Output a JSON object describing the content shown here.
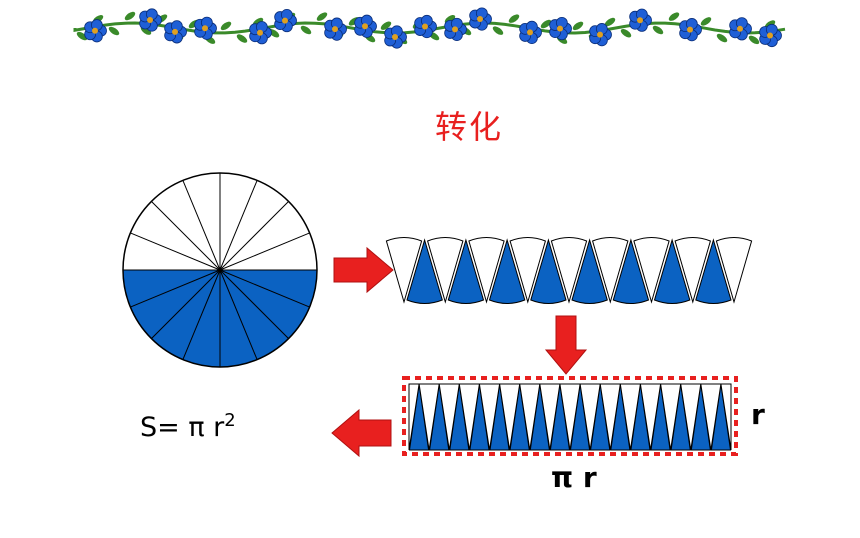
{
  "title": "转化",
  "formula": {
    "prefix": "S= π r",
    "exponent": "2"
  },
  "labels": {
    "height": "r",
    "width": "π r"
  },
  "colors": {
    "fill": "#0b62c2",
    "stroke": "#000000",
    "arrow": "#e8201f",
    "dash_border": "#e8201f",
    "title": "#e8201f",
    "vine_green": "#3a8a2a",
    "flower_blue": "#1f5fd6"
  },
  "sectors": {
    "circle": 16,
    "strip": 8,
    "rectangle": 32
  }
}
